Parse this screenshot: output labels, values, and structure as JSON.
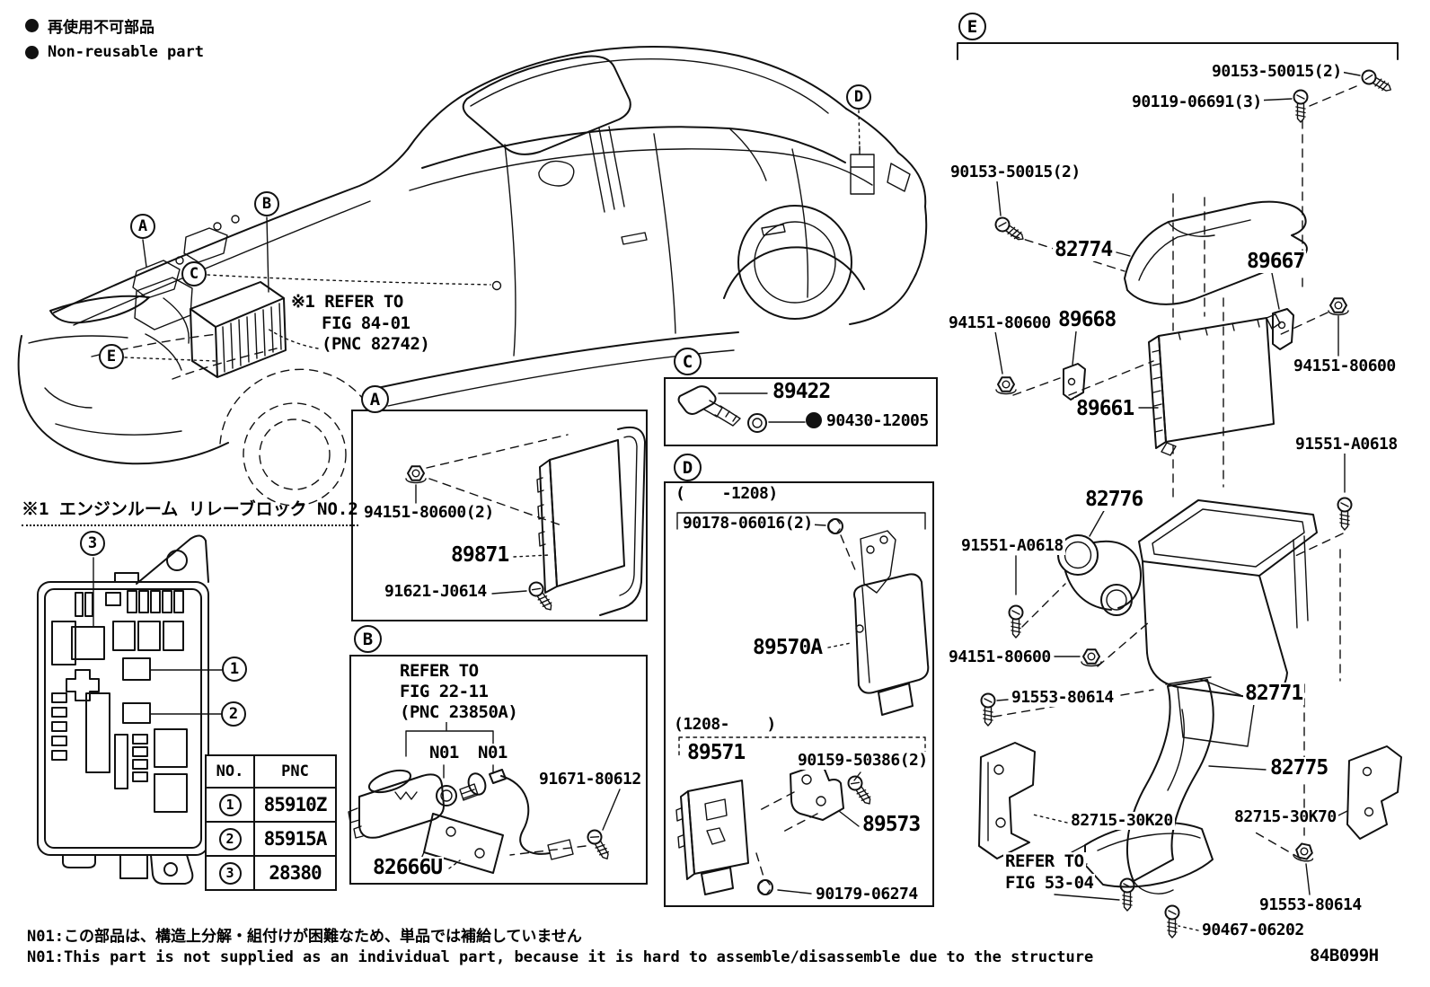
{
  "legend": {
    "jp": "再使用不可部品",
    "en": "Non-reusable part"
  },
  "relay_block_title": "※1 エンジンルーム リレーブロック NO.2",
  "fig84_note": {
    "l1": "※1 REFER TO",
    "l2": "FIG 84-01",
    "l3": "(PNC 82742)"
  },
  "callouts": {
    "car_a": "A",
    "car_b": "B",
    "car_c": "C",
    "car_d": "D",
    "car_e": "E",
    "box_a": "A",
    "box_b": "B",
    "box_c": "C",
    "box_d": "D",
    "sec_e": "E",
    "n1": "1",
    "n2": "2",
    "n3": "3"
  },
  "labels": {
    "p90153_a": "90153-50015(2)",
    "p90119": "90119-06691(3)",
    "p90153_b": "90153-50015(2)",
    "p82774": "82774",
    "p89667": "89667",
    "p94151_a": "94151-80600",
    "p89668": "89668",
    "p94151_b": "94151-80600",
    "p89661": "89661",
    "p91551_a": "91551-A0618",
    "p82776": "82776",
    "p91551_b": "91551-A0618",
    "p94151_c": "94151-80600",
    "p91553_a": "91553-80614",
    "p82771": "82771",
    "p82775": "82775",
    "p82715_30k20": "82715-30K20",
    "p82715_30k70": "82715-30K70",
    "refer53_l1": "REFER TO",
    "refer53_l2": "FIG 53-04",
    "p91553_b": "91553-80614",
    "p90467": "90467-06202",
    "p94151_d": "94151-80600(2)",
    "p89871": "89871",
    "p91621": "91621-J0614",
    "refer22_l1": "REFER TO",
    "refer22_l2": "FIG 22-11",
    "refer22_l3": "(PNC 23850A)",
    "n01_a": "N01",
    "n01_b": "N01",
    "p91671": "91671-80612",
    "p82666u": "82666U",
    "p89422": "89422",
    "p90430": "90430-12005",
    "range_early": "(    -1208)",
    "p90178": "90178-06016(2)",
    "p89570a": "89570A",
    "range_late": "(1208-    )",
    "p89571": "89571",
    "p90159": "90159-50386(2)",
    "p89573": "89573",
    "p90179": "90179-06274"
  },
  "table": {
    "headers": [
      "NO.",
      "PNC"
    ],
    "rows": [
      {
        "no": "1",
        "pnc": "85910Z"
      },
      {
        "no": "2",
        "pnc": "85915A"
      },
      {
        "no": "3",
        "pnc": "28380"
      }
    ]
  },
  "footnotes": {
    "jp": "N01:この部品は、構造上分解・組付けが困難なため、単品では補給していません",
    "en": "N01:This part is not supplied as an individual part, because it is hard to assemble/disassemble due to the structure"
  },
  "doc_code": "84B099H"
}
